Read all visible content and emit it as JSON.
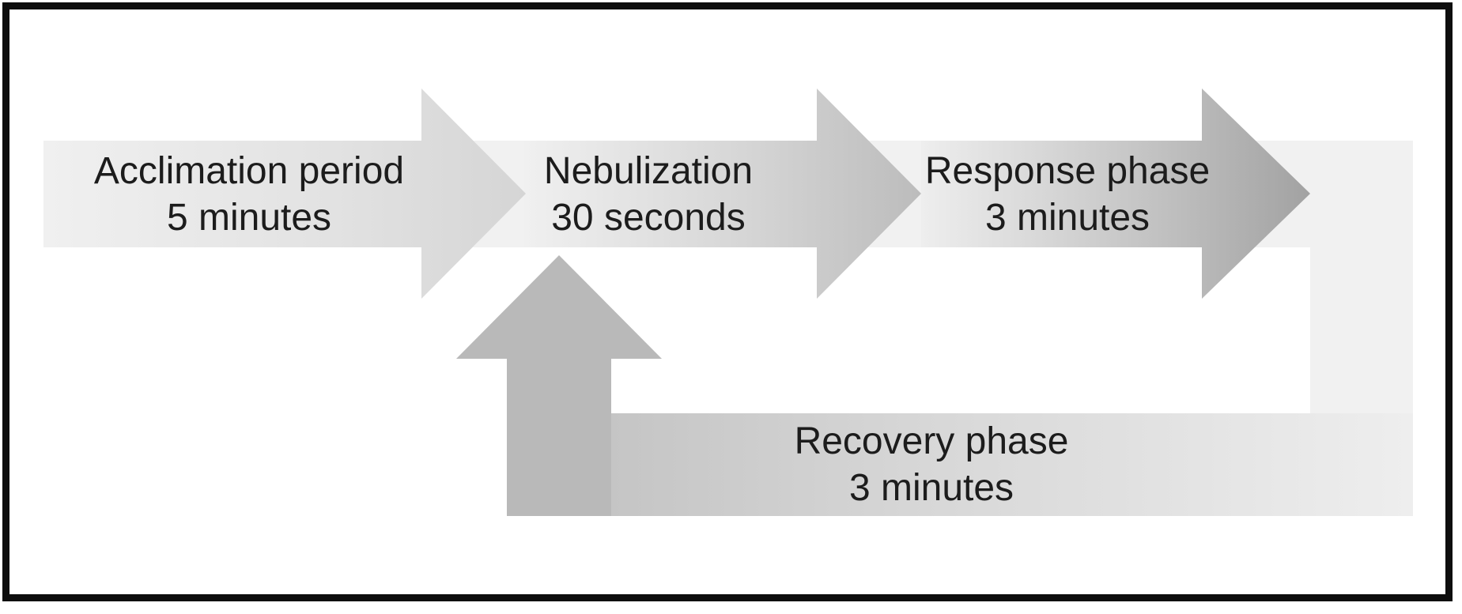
{
  "figure": {
    "type": "process-flow-diagram",
    "description": "Experimental timeline: acclimation, nebulization, response phase, then recovery phase looping back to nebulization",
    "steps": [
      {
        "name": "Acclimation period",
        "duration": "5 minutes"
      },
      {
        "name": "Nebulization",
        "duration": "30 seconds"
      },
      {
        "name": "Response phase",
        "duration": "3 minutes"
      },
      {
        "name": "Recovery phase",
        "duration": "3 minutes"
      }
    ],
    "loop": {
      "from": "Response phase",
      "via": "Recovery phase",
      "to": "Nebulization"
    },
    "colors": {
      "background": "#ffffff",
      "frame_border": "#0e0e0e",
      "loop_channel": "#f1f1f1",
      "arrow1_gradient_start": "#f0f0f0",
      "arrow1_gradient_end": "#d5d5d5",
      "arrow2_gradient_start": "#f0f0f0",
      "arrow2_gradient_end": "#bcbcbc",
      "arrow3_gradient_start": "#eeeeee",
      "arrow3_gradient_end": "#a2a2a2",
      "recovery_gradient_start": "#c2c2c2",
      "recovery_gradient_end": "#eeeeee",
      "return_arrow": "#b9b9b9",
      "text": "#1c1c1c"
    }
  }
}
